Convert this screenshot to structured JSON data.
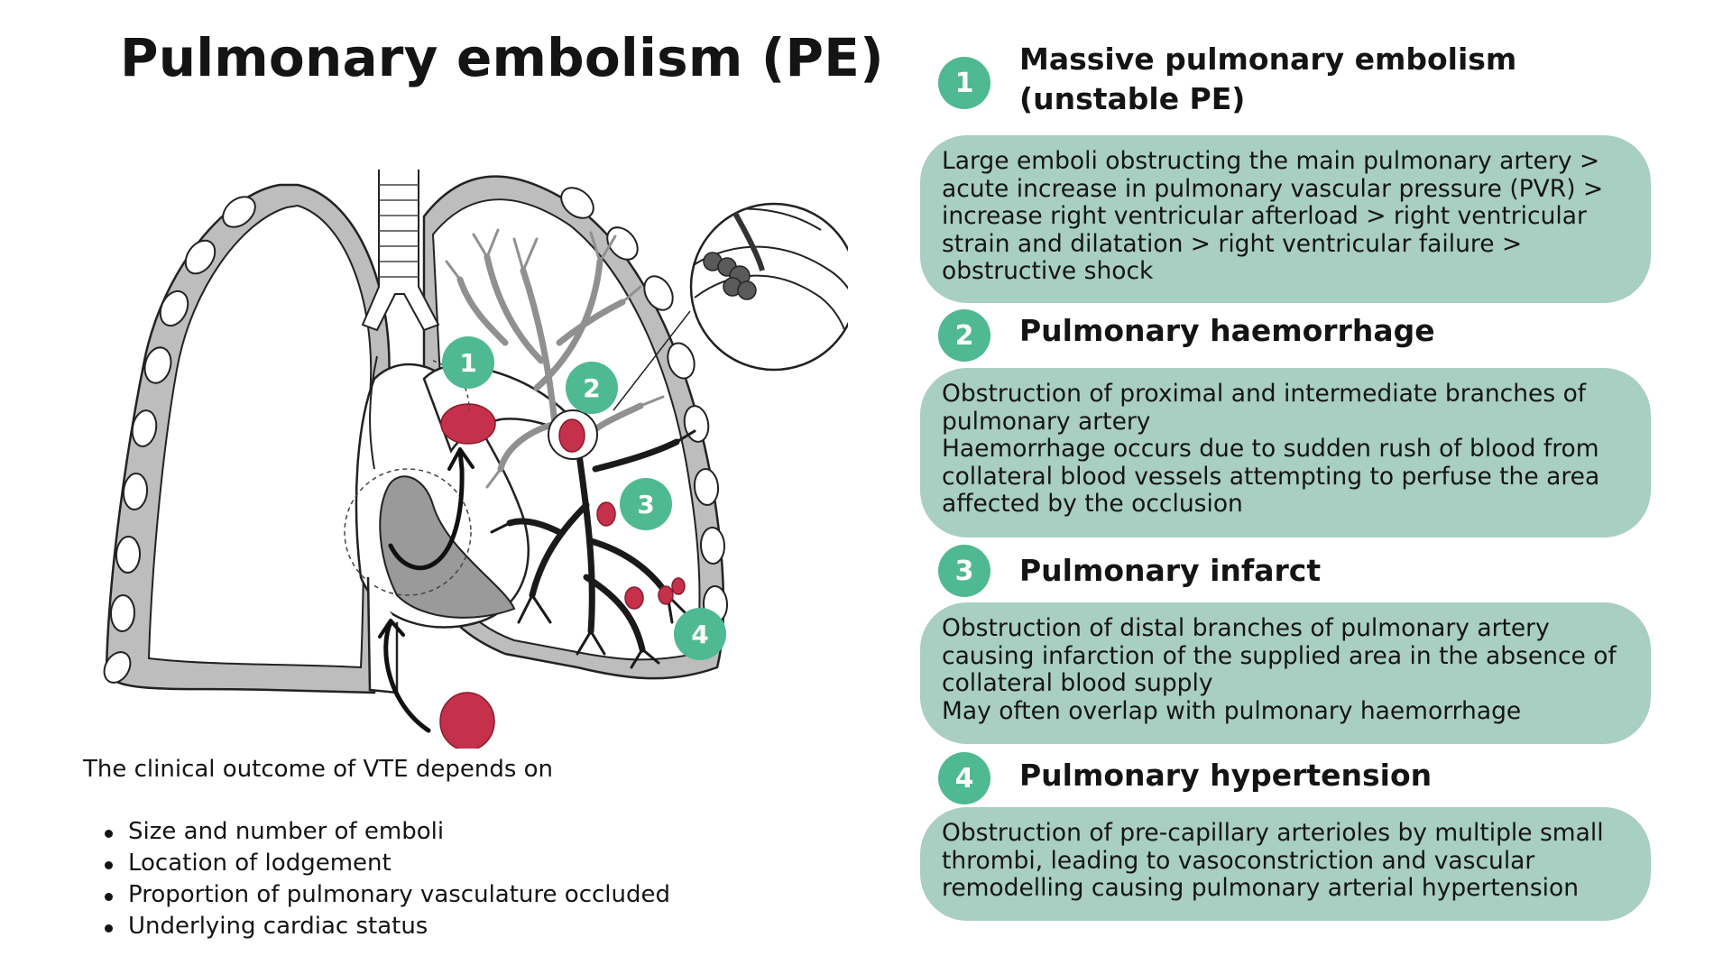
{
  "title": "Pulmonary embolism (PE)",
  "colors": {
    "badge": "#4fb991",
    "card": "#a8cfc1",
    "embolus": "#c5304a",
    "lung_fill": "#bdbdbd",
    "heart_fill": "#9a9a9a"
  },
  "illustration": {
    "markers": [
      "1",
      "2",
      "3",
      "4"
    ]
  },
  "intro": "The clinical outcome of VTE depends on",
  "factors": [
    "Size and number of emboli",
    "Location of lodgement",
    "Proportion of pulmonary vasculature occluded",
    "Underlying cardiac status"
  ],
  "outcomes": [
    {
      "number": "1",
      "title_lines": [
        "Massive pulmonary embolism",
        "(unstable PE)"
      ],
      "lines": [
        "Large emboli obstructing the main pulmonary artery >",
        "acute increase in pulmonary vascular pressure (PVR) >",
        "increase right ventricular afterload > right ventricular",
        "strain and dilatation > right ventricular failure >",
        "obstructive shock"
      ]
    },
    {
      "number": "2",
      "title_lines": [
        "Pulmonary haemorrhage"
      ],
      "lines": [
        "Obstruction of proximal and intermediate branches  of",
        "pulmonary artery",
        "Haemorrhage occurs due to sudden rush of blood from",
        "collateral blood vessels attempting to perfuse the area",
        "affected by the occlusion"
      ]
    },
    {
      "number": "3",
      "title_lines": [
        "Pulmonary infarct"
      ],
      "lines": [
        "Obstruction of distal branches of pulmonary artery",
        "causing infarction of the supplied area in the absence of",
        "collateral blood supply",
        "May often overlap with pulmonary haemorrhage"
      ]
    },
    {
      "number": "4",
      "title_lines": [
        "Pulmonary hypertension"
      ],
      "lines": [
        "Obstruction of pre-capillary arterioles by multiple small",
        "thrombi, leading to vasoconstriction and vascular",
        "remodelling causing pulmonary arterial hypertension"
      ]
    }
  ]
}
